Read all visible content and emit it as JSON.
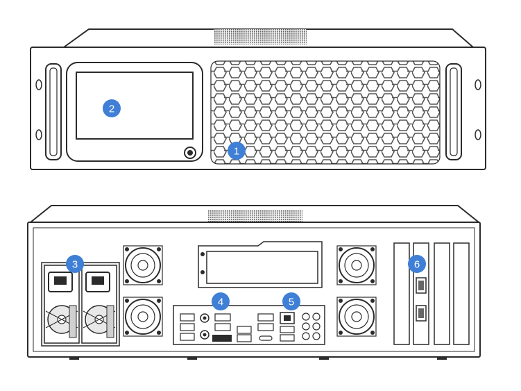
{
  "colors": {
    "badge": "#3f7fd6",
    "badge_text": "#ffffff",
    "outline": "#2b2b2b",
    "panel_fill": "#ffffff",
    "vent_fill": "#d9d9d9",
    "mesh": "#6e6e6e"
  },
  "callouts": [
    {
      "id": "1",
      "label": "1",
      "component": "front-honeycomb-vent"
    },
    {
      "id": "2",
      "label": "2",
      "component": "front-display-screen"
    },
    {
      "id": "3",
      "label": "3",
      "component": "rear-power-supplies"
    },
    {
      "id": "4",
      "label": "4",
      "component": "rear-io-ports-group-a"
    },
    {
      "id": "5",
      "label": "5",
      "component": "rear-io-ports-group-b"
    },
    {
      "id": "6",
      "label": "6",
      "component": "rear-expansion-slots"
    }
  ],
  "views": [
    "front-view",
    "rear-view"
  ]
}
